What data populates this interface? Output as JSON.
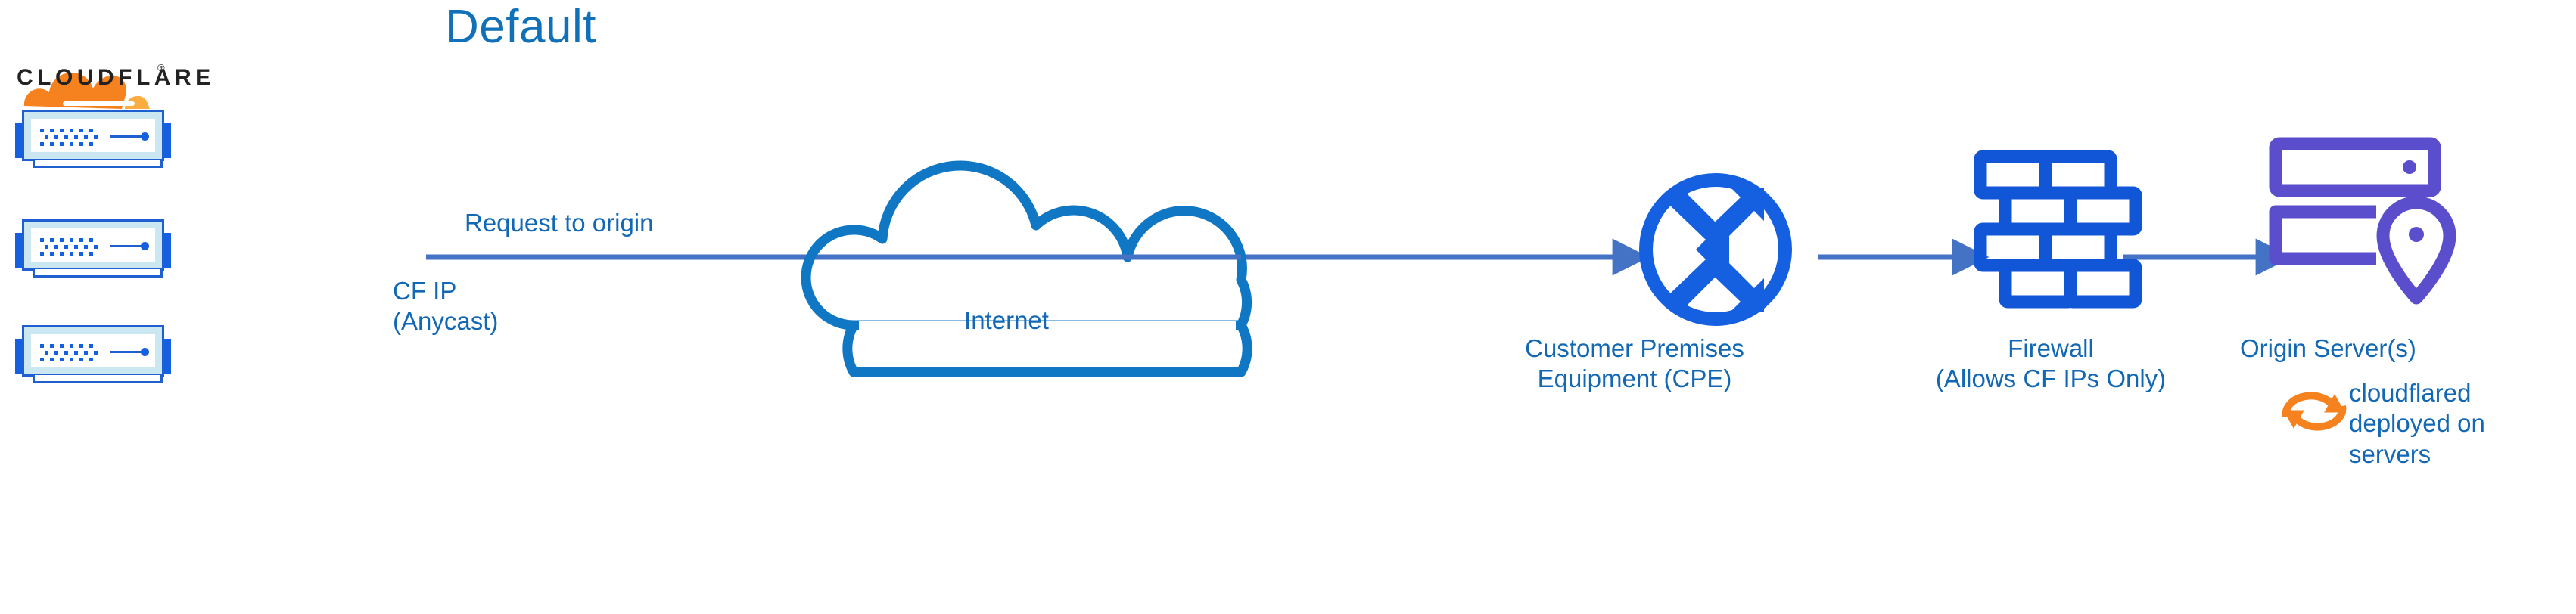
{
  "title": "Default",
  "brand": {
    "wordmark": "CLOUDFLARE",
    "registered": "®",
    "logo_orange": "#f6821f",
    "logo_orange_light": "#fbad41"
  },
  "colors": {
    "label_blue": "#1368b5",
    "title_blue": "#1071b8",
    "arrow_blue": "#4472c4",
    "cloud_blue": "#1077c4",
    "icon_blue": "#1560e0",
    "rack_border": "#1f5fd0",
    "rack_fill": "#cbe8f2",
    "origin_purple": "#5b4ecc",
    "cloudflared_orange": "#f6821f"
  },
  "flow": {
    "request_label": "Request to origin",
    "cf_ip_line1": "CF IP",
    "cf_ip_line2": "(Anycast)"
  },
  "nodes": {
    "racks": {
      "count": 3,
      "icon": "server-rack-icon"
    },
    "internet": {
      "label": "Internet",
      "icon": "cloud-icon"
    },
    "cpe": {
      "line1": "Customer Premises",
      "line2": "Equipment (CPE)",
      "icon": "router-icon"
    },
    "firewall": {
      "line1": "Firewall",
      "line2": "(Allows CF IPs Only)",
      "icon": "brick-wall-icon"
    },
    "origin": {
      "label": "Origin Server(s)",
      "icon": "server-location-icon"
    },
    "cloudflared": {
      "line1": "cloudflared",
      "line2": "deployed on",
      "line3": "servers",
      "icon": "sync-refresh-icon"
    }
  },
  "chart_data": {
    "type": "diagram",
    "title": "Default",
    "description": "Network traffic flow from Cloudflare edge servers through the Internet to a customer origin",
    "nodes": [
      {
        "id": "cf-edge",
        "label": "CF IP (Anycast)",
        "icon": "server-rack-icon",
        "count": 3
      },
      {
        "id": "internet",
        "label": "Internet",
        "icon": "cloud-icon"
      },
      {
        "id": "cpe",
        "label": "Customer Premises Equipment (CPE)",
        "icon": "router-icon"
      },
      {
        "id": "firewall",
        "label": "Firewall (Allows CF IPs Only)",
        "icon": "brick-wall-icon"
      },
      {
        "id": "origin",
        "label": "Origin Server(s)",
        "icon": "server-location-icon",
        "note": "cloudflared deployed on servers"
      }
    ],
    "edges": [
      {
        "from": "cf-edge",
        "to": "cpe",
        "label": "Request to origin",
        "through": "internet"
      },
      {
        "from": "cpe",
        "to": "firewall",
        "label": ""
      },
      {
        "from": "firewall",
        "to": "origin",
        "label": ""
      }
    ]
  }
}
